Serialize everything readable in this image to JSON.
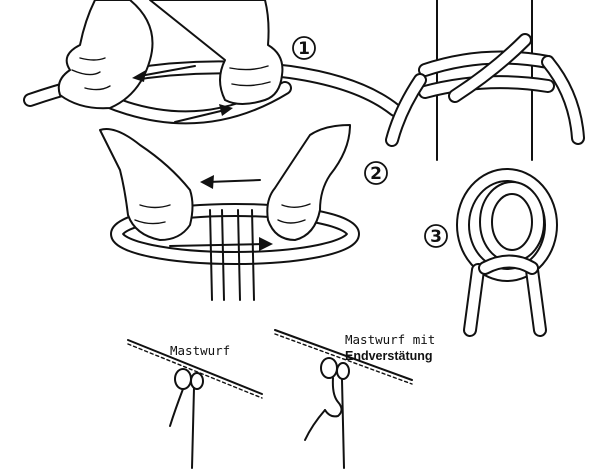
{
  "steps": [
    {
      "number": "1"
    },
    {
      "number": "2"
    },
    {
      "number": "3"
    }
  ],
  "labels": {
    "mastwurf": "Mastwurf",
    "mastwurf_mit_line1": "Mastwurf mit",
    "mastwurf_mit_line2": "Endverstätung"
  },
  "colors": {
    "ink": "#111111",
    "paper": "#ffffff"
  }
}
